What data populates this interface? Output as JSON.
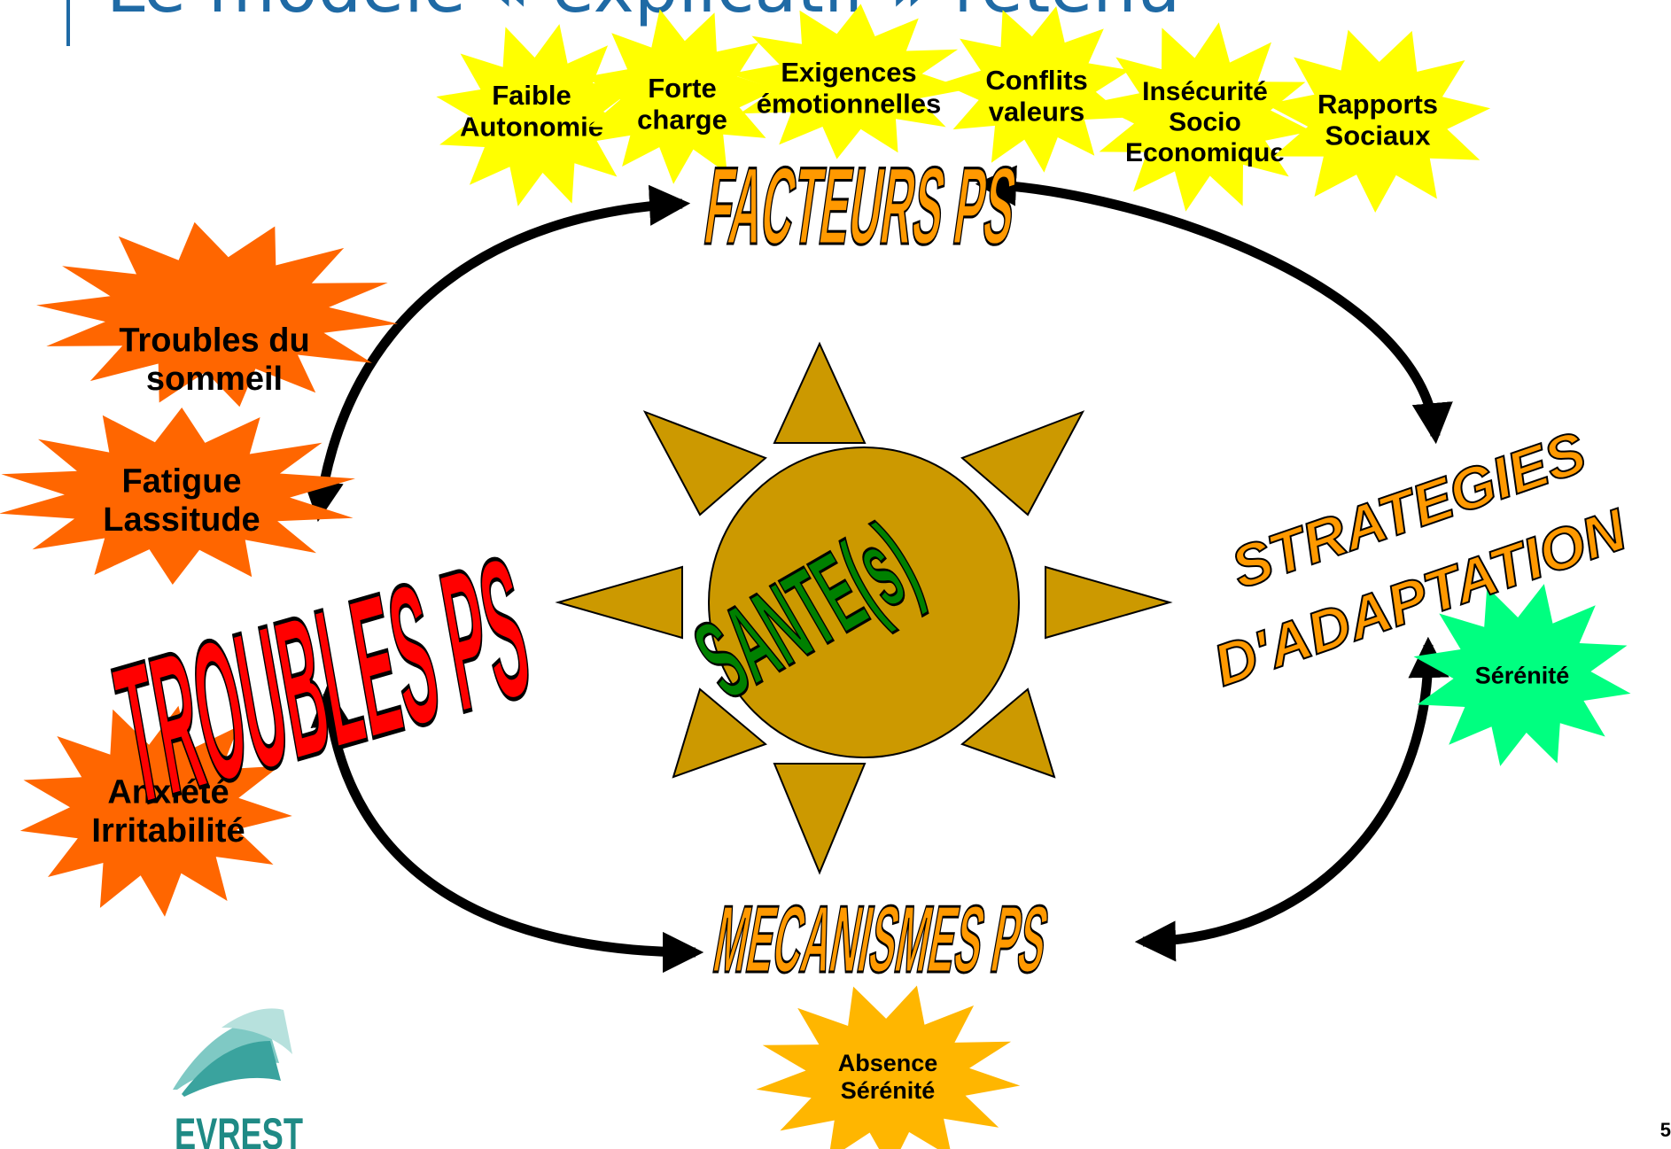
{
  "title": "Le modèle « explicatif » retenu",
  "colors": {
    "title": "#1f6aa5",
    "factor_burst": "#ffff00",
    "trouble_burst": "#ff6600",
    "serenity_burst": "#00ff80",
    "absence_burst": "#ffb600",
    "sun": "#cc9900",
    "troubles_text": "#ff0000",
    "orange_text": "#ff9900",
    "green_text": "#008000"
  },
  "factors": [
    {
      "lines": [
        "Faible",
        "Autonomie"
      ]
    },
    {
      "lines": [
        "Forte",
        "charge"
      ]
    },
    {
      "lines": [
        "Exigences",
        "émotionnelles"
      ]
    },
    {
      "lines": [
        "Conflits",
        "valeurs"
      ]
    },
    {
      "lines": [
        "Insécurité",
        "Socio",
        "Economique"
      ]
    },
    {
      "lines": [
        "Rapports",
        "Sociaux"
      ]
    }
  ],
  "labels": {
    "facteurs": "FACTEURS PS",
    "troubles": "TROUBLES PS",
    "mecanismes": "MECANISMES PS",
    "strategies_line1": "STRATEGIES",
    "strategies_line2": "D'ADAPTATION",
    "sante": "SANTE(s)"
  },
  "troubles": [
    {
      "lines": [
        "Troubles du",
        "sommeil"
      ]
    },
    {
      "lines": [
        "Fatigue",
        "Lassitude"
      ]
    },
    {
      "lines": [
        "Anxiété",
        "Irritabilité"
      ]
    }
  ],
  "serenity": {
    "lines": [
      "Sérénité"
    ]
  },
  "absence": {
    "lines": [
      "Absence",
      "Sérénité"
    ]
  },
  "logo": {
    "text": "EVREST",
    "icon": "evrest-wave-logo"
  },
  "page_number": "5"
}
